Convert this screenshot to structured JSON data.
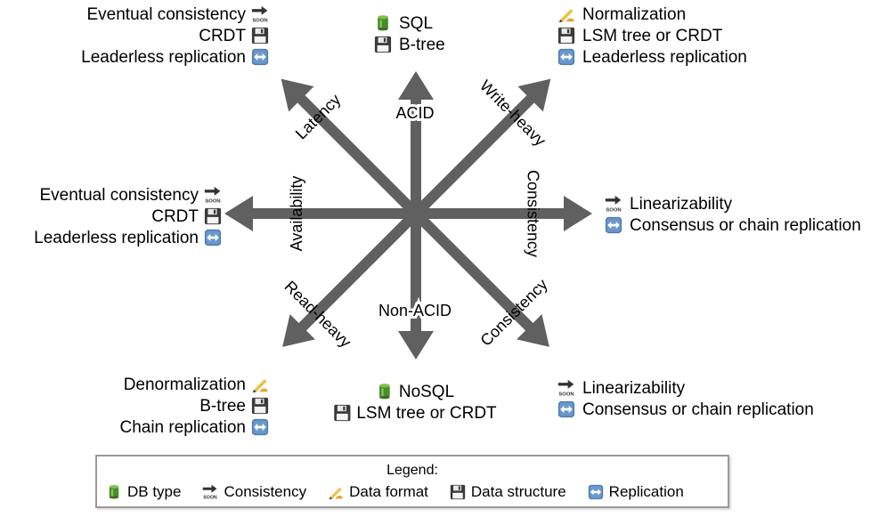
{
  "axes": {
    "up": "ACID",
    "down": "Non-ACID",
    "left": "Availability",
    "right": "Consistency",
    "up_left": "Latency",
    "up_right": "Write-heavy",
    "down_left": "Read-heavy",
    "down_right": "Consistency"
  },
  "groups": {
    "top": [
      {
        "text": "SQL",
        "icon": "db-type-icon"
      },
      {
        "text": "B-tree",
        "icon": "data-structure-icon"
      }
    ],
    "top_left": [
      {
        "text": "Eventual consistency",
        "icon": "consistency-icon"
      },
      {
        "text": "CRDT",
        "icon": "data-structure-icon"
      },
      {
        "text": "Leaderless replication",
        "icon": "replication-icon"
      }
    ],
    "top_right": [
      {
        "text": "Normalization",
        "icon": "data-format-icon"
      },
      {
        "text": "LSM tree or CRDT",
        "icon": "data-structure-icon"
      },
      {
        "text": "Leaderless replication",
        "icon": "replication-icon"
      }
    ],
    "left": [
      {
        "text": "Eventual consistency",
        "icon": "consistency-icon"
      },
      {
        "text": "CRDT",
        "icon": "data-structure-icon"
      },
      {
        "text": "Leaderless replication",
        "icon": "replication-icon"
      }
    ],
    "right": [
      {
        "text": "Linearizability",
        "icon": "consistency-icon"
      },
      {
        "text": "Consensus or chain replication",
        "icon": "replication-icon"
      }
    ],
    "bottom_left": [
      {
        "text": "Denormalization",
        "icon": "data-format-icon"
      },
      {
        "text": "B-tree",
        "icon": "data-structure-icon"
      },
      {
        "text": "Chain replication",
        "icon": "replication-icon"
      }
    ],
    "bottom": [
      {
        "text": "NoSQL",
        "icon": "db-type-icon"
      },
      {
        "text": "LSM tree or CRDT",
        "icon": "data-structure-icon"
      }
    ],
    "bottom_right": [
      {
        "text": "Linearizability",
        "icon": "consistency-icon"
      },
      {
        "text": "Consensus or chain replication",
        "icon": "replication-icon"
      }
    ]
  },
  "legend": {
    "title": "Legend:",
    "items": [
      {
        "label": "DB type",
        "icon": "db-type-icon"
      },
      {
        "label": "Consistency",
        "icon": "consistency-icon"
      },
      {
        "label": "Data format",
        "icon": "data-format-icon"
      },
      {
        "label": "Data structure",
        "icon": "data-structure-icon"
      },
      {
        "label": "Replication",
        "icon": "replication-icon"
      }
    ]
  },
  "colors": {
    "arrow": "#606060",
    "legend_border": "#9a9a9a",
    "db_icon": "#4a8c2a",
    "replication_icon": "#4a7ab0",
    "floppy_icon": "#3a3a3a",
    "pencil_icon": "#e0a020"
  }
}
